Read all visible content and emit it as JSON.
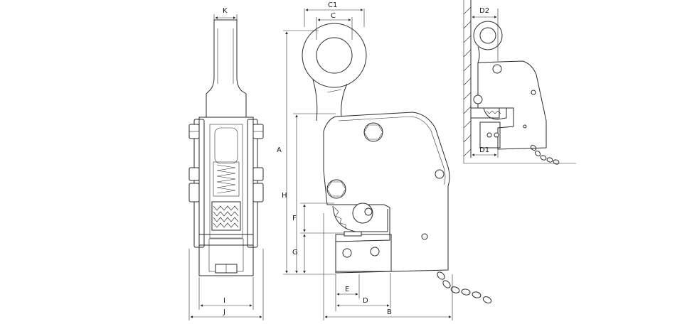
{
  "labels": {
    "K": "K",
    "I": "I",
    "J": "J",
    "C1": "C1",
    "C": "C",
    "A": "A",
    "H": "H",
    "F": "F",
    "G": "G",
    "E": "E",
    "D": "D",
    "B": "B",
    "D2": "D2",
    "D1": "D1"
  }
}
